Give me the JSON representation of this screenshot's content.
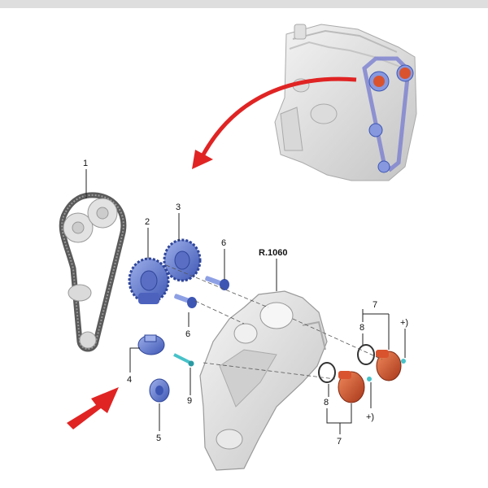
{
  "labels": {
    "belt": "1",
    "sprocket_a": "2",
    "sprocket_b": "3",
    "tensioner": "4",
    "idler": "5",
    "bolt_top": "6",
    "bolt_mid": "6",
    "seal_upper": "8",
    "seal_lower": "8",
    "actuator_upper": "7",
    "actuator_lower": "7",
    "bolt_small": "9",
    "note_upper": "+)",
    "note_lower": "+)",
    "cover_ref": "R.1060"
  },
  "colors": {
    "background": "#ffffff",
    "top_bar": "#dedede",
    "part_blue": "#6f86d6",
    "part_blue_dark": "#3d56b4",
    "part_red": "#d9532e",
    "part_red_dark": "#a8361a",
    "arrow_red": "#e02424",
    "engine_grey": "#e6e6e6",
    "cover_grey": "#dadada",
    "belt_dark": "#555555",
    "bolt_teal": "#47c2c9"
  },
  "icons": {
    "main_arrow": "curved-arrow-icon",
    "pointer_arrow": "pointer-arrow-icon"
  }
}
